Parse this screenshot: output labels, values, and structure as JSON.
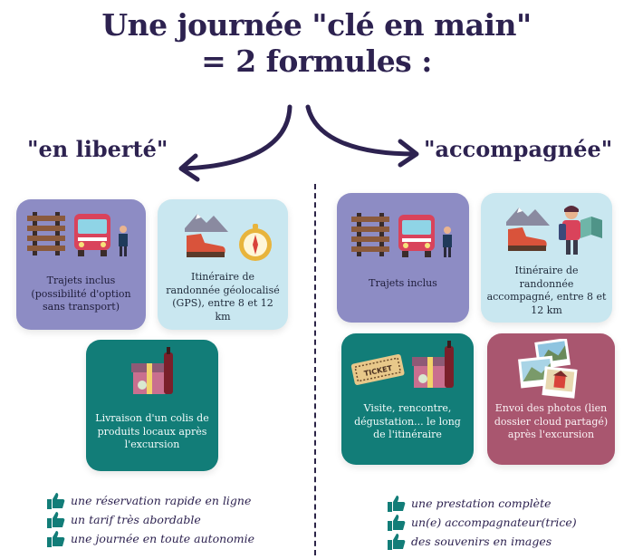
{
  "title": {
    "line1": "Une journée \"clé en main\"",
    "line2": "= 2 formules :"
  },
  "formulas": {
    "left": "\"en liberté\"",
    "right": "\"accompagnée\""
  },
  "left_cards": {
    "transport": "Trajets inclus (possibilité d'option sans transport)",
    "gps": "Itinéraire de randonnée géolocalisé (GPS), entre 8 et 12 km",
    "delivery": "Livraison d'un colis de produits locaux après l'excursion"
  },
  "right_cards": {
    "transport": "Trajets inclus",
    "guided": "Itinéraire de randonnée accompagné, entre 8 et 12 km",
    "visit": "Visite, rencontre, dégustation... le long de l'itinéraire",
    "photos": "Envoi des photos (lien dossier cloud partagé) après l'excursion",
    "ticket_label": "TICKET"
  },
  "left_benefits": [
    "une réservation rapide en ligne",
    "un tarif très abordable",
    "une journée en toute autonomie"
  ],
  "right_benefits": [
    "une prestation complète",
    "un(e) accompagnateur(trice)",
    "des souvenirs en images"
  ],
  "colors": {
    "navy": "#2d2250",
    "purple_card": "#8d8cc4",
    "light_card": "#c9e7f0",
    "teal_card": "#127d78",
    "rose_card": "#a9566f",
    "thumb_green": "#127d78"
  },
  "icons": [
    "railway-track-icon",
    "bus-icon",
    "driver-icon",
    "hiking-boot-icon",
    "mountain-icon",
    "compass-icon",
    "gift-box-icon",
    "wine-bottle-icon",
    "apple-icon",
    "ticket-icon",
    "photos-icon",
    "hiker-map-icon",
    "thumbs-up-icon",
    "arrow-left-icon",
    "arrow-right-icon"
  ]
}
